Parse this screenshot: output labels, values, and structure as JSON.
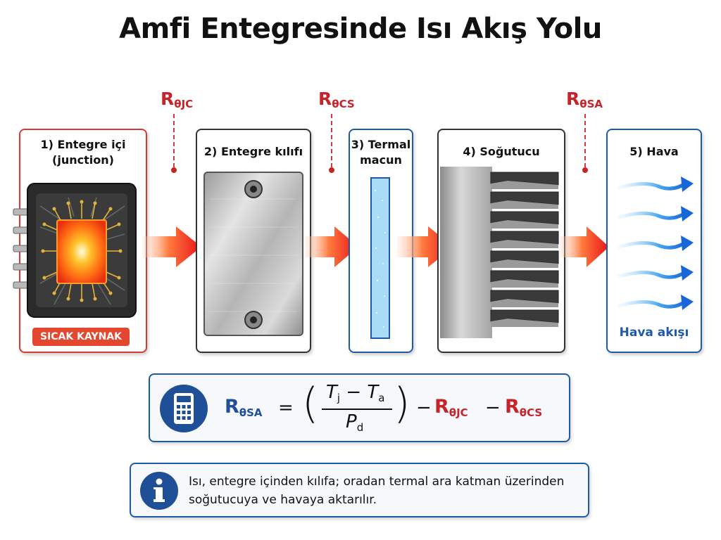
{
  "title": "Amfi Entegresinde Isı Akış Yolu",
  "resistances": {
    "jc": {
      "base": "R",
      "sub": "θJC"
    },
    "cs": {
      "base": "R",
      "sub": "θCS"
    },
    "sa": {
      "base": "R",
      "sub": "θSA"
    }
  },
  "stages": [
    {
      "title_lines": [
        "1) Entegre içi",
        "(junction)"
      ],
      "badge": "SICAK KAYNAK"
    },
    {
      "title_lines": [
        "2) Entegre kılıfı"
      ]
    },
    {
      "title_lines": [
        "3) Termal",
        "macun"
      ]
    },
    {
      "title_lines": [
        "4) Soğutucu"
      ]
    },
    {
      "title_lines": [
        "5) Hava"
      ],
      "caption": "Hava akışı"
    }
  ],
  "formula": {
    "lhs": {
      "base": "R",
      "sub": "θSA"
    },
    "equals": "=",
    "numerator": {
      "a": "T",
      "a_sub": "j",
      "minus": "−",
      "b": "T",
      "b_sub": "a"
    },
    "denominator": {
      "base": "P",
      "sub": "d"
    },
    "open_paren": "(",
    "close_paren": ")",
    "minus": "−",
    "term1": {
      "base": "R",
      "sub": "θJC"
    },
    "term2": {
      "base": "R",
      "sub": "θCS"
    }
  },
  "info": {
    "text": "Isı, entegre içinden kılıfa; oradan termal ara katman üzerinden soğutucuya ve havaya aktarılır."
  },
  "colors": {
    "heat_red": "#c6242a",
    "accent_blue": "#1f5aa5",
    "badge_orange": "#e3472d"
  }
}
